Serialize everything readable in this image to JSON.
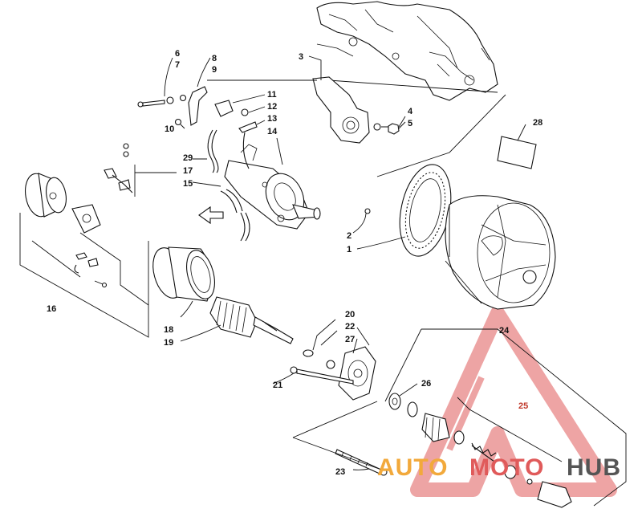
{
  "labels": {
    "l1": "1",
    "l2": "2",
    "l3": "3",
    "l4": "4",
    "l5": "5",
    "l6": "6",
    "l7": "7",
    "l8": "8",
    "l9": "9",
    "l10": "10",
    "l11": "11",
    "l12": "12",
    "l13": "13",
    "l14": "14",
    "l15": "15",
    "l16": "16",
    "l17": "17",
    "l18": "18",
    "l19": "19",
    "l20": "20",
    "l21": "21",
    "l22": "22",
    "l23": "23",
    "l24": "24",
    "l25": "25",
    "l26": "26",
    "l27": "27",
    "l28": "28",
    "l29": "29"
  },
  "watermark": {
    "part1": "AUTO",
    "part2": "MOTO",
    "part3": "HUB",
    "color_primary": "#f2a93b",
    "color_secondary": "#e05a5a",
    "color_dark": "#555555"
  }
}
